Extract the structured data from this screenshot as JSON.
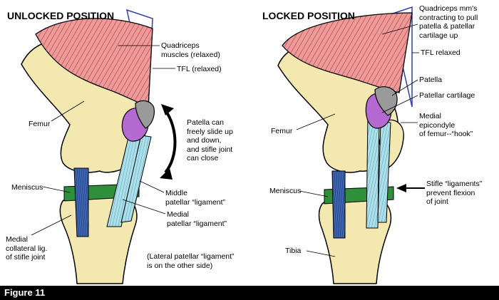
{
  "headings": {
    "unlocked": "UNLOCKED POSITION",
    "locked": "LOCKED POSITION"
  },
  "labels": {
    "quadriceps_relaxed": "Quadriceps\nmuscles (relaxed)",
    "tfl_relaxed_left": "TFL (relaxed)",
    "patella_can": "Patella can\nfreely slide up\nand down,\nand stifle joint\ncan close",
    "femur_left": "Femur",
    "meniscus_left": "Meniscus",
    "middle_patellar": "Middle\npatellar “ligament”",
    "medial_patellar": "Medial\npatellar “ligament”",
    "medial_collateral": "Medial\ncollateral lig.\nof stifle joint",
    "lateral_patellar": "(Lateral patellar “ligament”\nis on the other side)",
    "quadriceps_contracting": "Quadriceps mm's\ncontracting to pull\npatella & patellar\ncartilage up",
    "tfl_relaxed_right": "TFL relaxed",
    "patella": "Patella",
    "patellar_cartilage": "Patellar cartilage",
    "medial_epicondyle": "Medial\nepicondyle\nof femur--“hook”",
    "femur_right": "Femur",
    "stifle_ligaments": "Stifle “ligaments”\nprevent flexion\nof joint",
    "meniscus_right": "Meniscus",
    "tibia": "Tibia"
  },
  "figure_label": "Figure 11",
  "colors": {
    "bone": "#f3e8b0",
    "muscle": "#e88e8e",
    "muscle_dark": "#c95555",
    "patella": "#9a9a9a",
    "cartilage": "#b46ad0",
    "ligament": "#a9dde8",
    "collateral": "#3a5fa8",
    "meniscus": "#2f8f3a",
    "tfl": "#2f3fb0"
  }
}
